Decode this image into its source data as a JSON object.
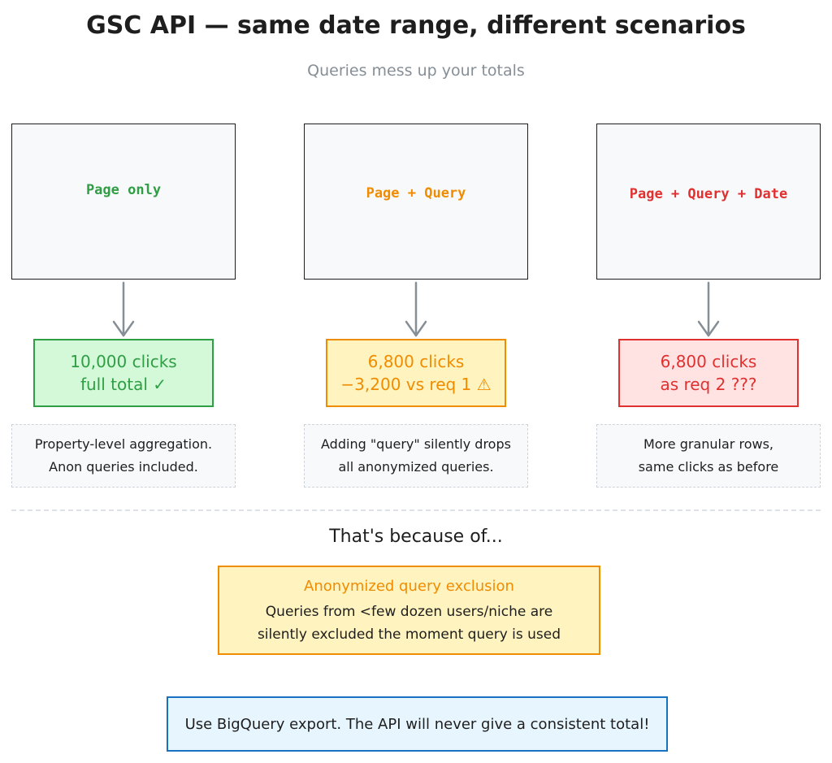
{
  "title": "GSC API — same date range, different scenarios",
  "subtitle": "Queries mess up your totals",
  "scenarios": [
    {
      "label": "Page only",
      "label_color": "#2f9e44",
      "result_line1": "10,000 clicks",
      "result_line2": "full total ✓",
      "result_color": "#2f9e44",
      "result_bg": "#d3f9d8",
      "note_line1": "Property-level aggregation.",
      "note_line2": "Anon queries included."
    },
    {
      "label": "Page + Query",
      "label_color": "#f08c00",
      "result_line1": "6,800 clicks",
      "result_line2": "−3,200 vs req 1 ⚠",
      "result_color": "#f08c00",
      "result_bg": "#fff3bf",
      "note_line1": "Adding \"query\" silently drops",
      "note_line2": "all anonymized queries."
    },
    {
      "label": "Page + Query + Date",
      "label_color": "#e03131",
      "result_line1": "6,800 clicks",
      "result_line2": "as req 2 ???",
      "result_color": "#e03131",
      "result_bg": "#ffe3e3",
      "note_line1": "More granular rows,",
      "note_line2": "same clicks as before"
    }
  ],
  "because": "That's because of...",
  "exclusion": {
    "title": "Anonymized query exclusion",
    "line1": "Queries from <few dozen users/niche are",
    "line2": "silently excluded the moment query is used"
  },
  "bigquery_note": "Use BigQuery export. The API will never give a consistent total!",
  "colors": {
    "arrow": "#868e96",
    "exclusion_border": "#f08c00",
    "bigquery_border": "#1971c2"
  }
}
